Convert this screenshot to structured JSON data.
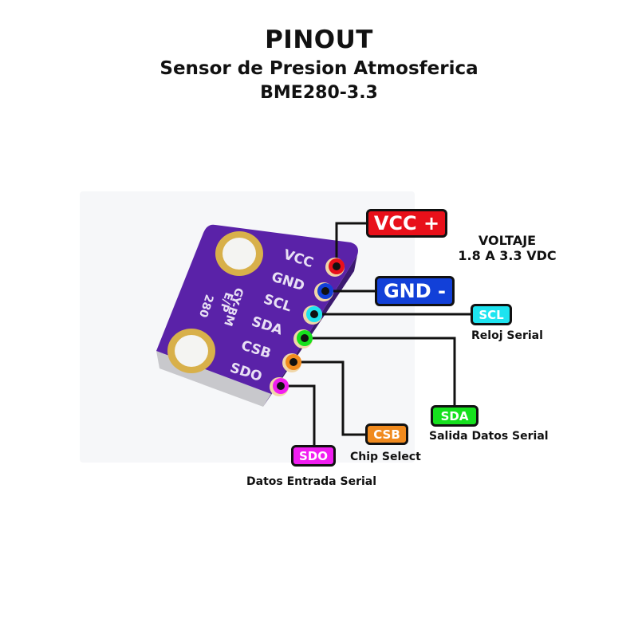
{
  "header": {
    "title": "PINOUT",
    "subtitle": "Sensor de Presion Atmosferica",
    "model": "BME280-3.3"
  },
  "board": {
    "silkscreen_pins": [
      "VCC",
      "GND",
      "SCL",
      "SDA",
      "CSB",
      "SDO"
    ],
    "silkscreen_marking": [
      "GY-BM",
      "E/P",
      "280"
    ],
    "pcb_color": "#5a22a8"
  },
  "pins": [
    {
      "id": "vcc",
      "label": "VCC +",
      "description": "",
      "color": "#e8101a"
    },
    {
      "id": "gnd",
      "label": "GND -",
      "description": "",
      "color": "#1240d8"
    },
    {
      "id": "scl",
      "label": "SCL",
      "description": "Reloj Serial",
      "color": "#1ee4f0"
    },
    {
      "id": "sda",
      "label": "SDA",
      "description": "Salida Datos Serial",
      "color": "#16e01e"
    },
    {
      "id": "csb",
      "label": "CSB",
      "description": "Chip Select",
      "color": "#f08a1e"
    },
    {
      "id": "sdo",
      "label": "SDO",
      "description": "Datos Entrada Serial",
      "color": "#f01ef0"
    }
  ],
  "voltage": {
    "label": "VOLTAJE",
    "range": "1.8 A 3.3 VDC"
  }
}
